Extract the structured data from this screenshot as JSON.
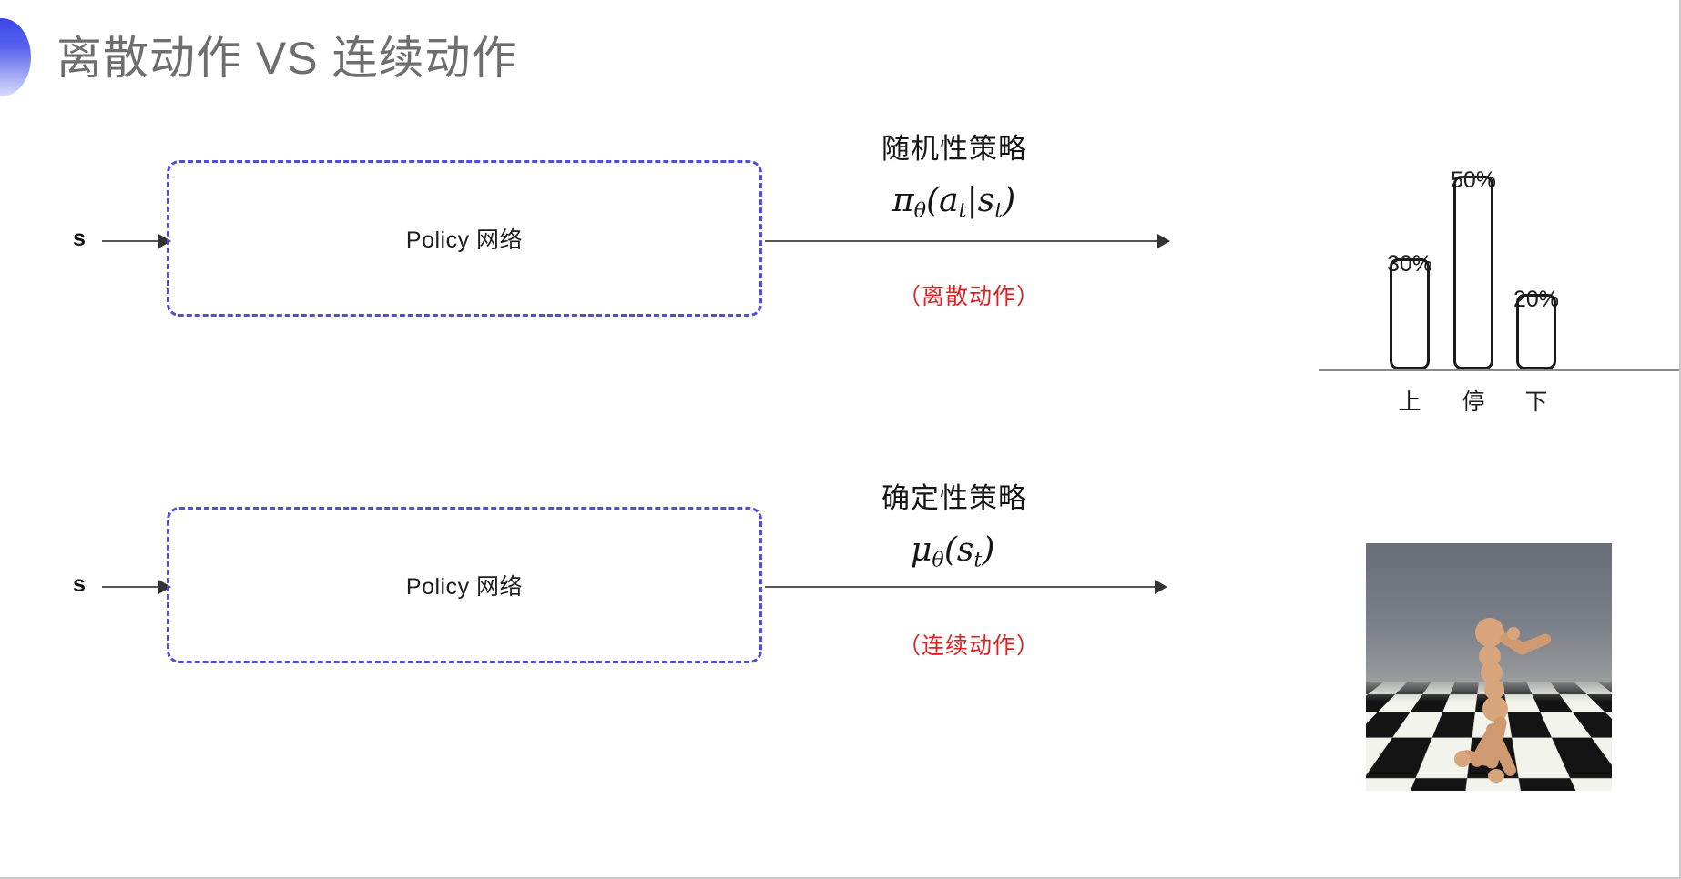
{
  "slide": {
    "title": "离散动作 VS 连续动作",
    "accent_gradient_top": "#3a45e8",
    "accent_gradient_bottom": "#d8dbfb",
    "title_color": "#6e6e6e",
    "background": "#ffffff"
  },
  "rows": [
    {
      "id": "discrete",
      "input_label": "s",
      "box_label": "Policy 网络",
      "policy_name": "随机性策略",
      "formula_main": "π",
      "formula_sub": "θ",
      "formula_args": "(a",
      "formula_args_sub1": "t",
      "formula_mid": "|s",
      "formula_args_sub2": "t",
      "formula_close": ")",
      "note": "（离散动作）",
      "note_color": "#dd2222",
      "box_border_color": "#4f4fd4"
    },
    {
      "id": "continuous",
      "input_label": "s",
      "box_label": "Policy 网络",
      "policy_name": "确定性策略",
      "formula_main": "μ",
      "formula_sub": "θ",
      "formula_args": "(s",
      "formula_args_sub1": "t",
      "formula_mid": "",
      "formula_args_sub2": "",
      "formula_close": ")",
      "note": "（连续动作）",
      "note_color": "#dd2222",
      "box_border_color": "#4f4fd4"
    }
  ],
  "chart_data": {
    "type": "bar",
    "title": "",
    "xlabel": "",
    "ylabel": "",
    "categories": [
      "上",
      "停",
      "下"
    ],
    "values": [
      30,
      50,
      20
    ],
    "value_labels": [
      "30%",
      "50%",
      "20%"
    ],
    "ylim": [
      0,
      55
    ],
    "grid": false,
    "legend": "none",
    "bar_fill": "#ffffff",
    "bar_stroke": "#1b1b1b",
    "axis_color": "#8a8a8a"
  },
  "humanoid": {
    "caption": "",
    "sky_color": "#6b6f78",
    "floor_light": "#f2f4ec",
    "floor_dark": "#141414",
    "body_color": "#cf9a72"
  }
}
